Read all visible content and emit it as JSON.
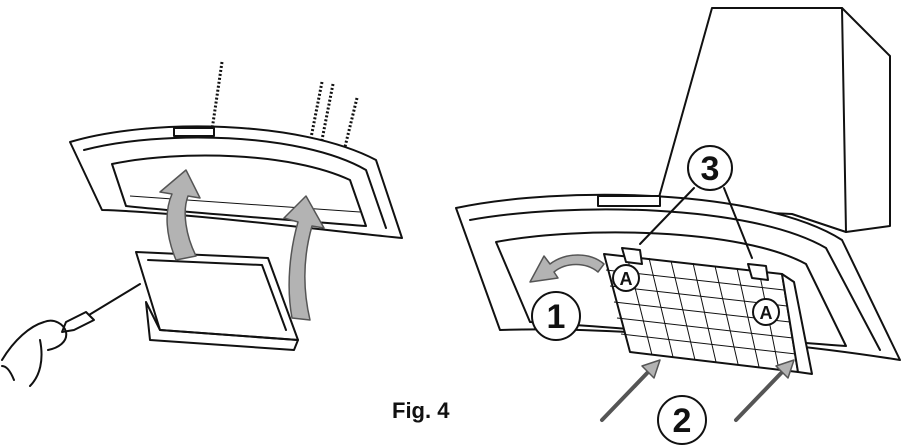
{
  "figure": {
    "caption": "Fig. 4",
    "callouts": {
      "step1": "1",
      "step2": "2",
      "step3": "3",
      "clip_left": "A",
      "clip_right": "A"
    },
    "colors": {
      "line": "#111111",
      "arrow_fill": "#b3b3b3",
      "background": "#ffffff"
    }
  }
}
